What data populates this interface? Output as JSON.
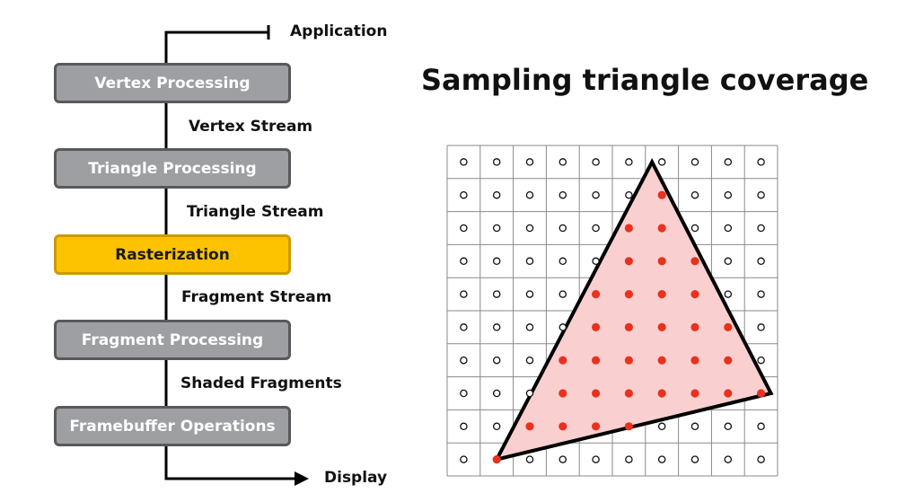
{
  "pipeline": {
    "input_label": "Application",
    "output_label": "Display",
    "stages": [
      {
        "label": "Vertex Processing",
        "active": false
      },
      {
        "label": "Triangle Processing",
        "active": false
      },
      {
        "label": "Rasterization",
        "active": true
      },
      {
        "label": "Fragment Processing",
        "active": false
      },
      {
        "label": "Framebuffer Operations",
        "active": false
      }
    ],
    "streams": [
      "Vertex Stream",
      "Triangle Stream",
      "Fragment Stream",
      "Shaded Fragments"
    ]
  },
  "diagram": {
    "title": "Sampling triangle coverage",
    "grid": {
      "cols": 10,
      "rows": 10
    },
    "triangle": [
      [
        6.2,
        0.5
      ],
      [
        1.5,
        9.5
      ],
      [
        9.8,
        7.5
      ]
    ],
    "colors": {
      "active_stage": "#fdc300",
      "stage": "#9d9fa2",
      "triangle_fill": "#f9cfcf",
      "covered_sample": "#e8321e",
      "grid_line": "#8a8a8a"
    }
  }
}
